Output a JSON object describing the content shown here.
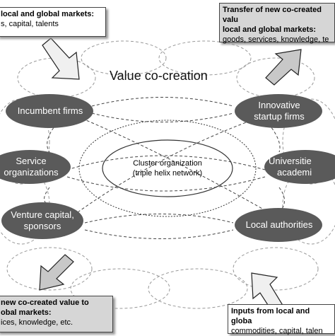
{
  "title": "Value co-creation",
  "center": {
    "line1": "Cluster organization",
    "line2": "(triple helix network)"
  },
  "nodes": {
    "incumbent": {
      "line1": "Incumbent firms"
    },
    "startup": {
      "line1": "Innovative",
      "line2": "startup firms"
    },
    "service": {
      "line1": "Service",
      "line2": "organizations"
    },
    "universities": {
      "line1": "Universitie",
      "line2": "academi"
    },
    "venture": {
      "line1": "Venture capital,",
      "line2": "sponsors"
    },
    "authorities": {
      "line1": "Local authorities"
    }
  },
  "boxes": {
    "top_left": {
      "line1": "local and global markets:",
      "line2": "s, capital, talents"
    },
    "top_right": {
      "line1": "Transfer of new co-created valu",
      "line2": "local and global markets:",
      "line3": "goods, services, knowledge, te"
    },
    "bottom_left": {
      "line1": "new co-created value to",
      "line2": "obal markets:",
      "line3": "ices, knowledge, etc."
    },
    "bottom_right": {
      "line1": "Inputs from local and globa",
      "line2": "commodities, capital, talen"
    }
  },
  "colors": {
    "node_fill": "#5a5a5a",
    "arrow_fill": "#f0f0f0",
    "gray_arrow_fill": "#c8c8c8"
  }
}
